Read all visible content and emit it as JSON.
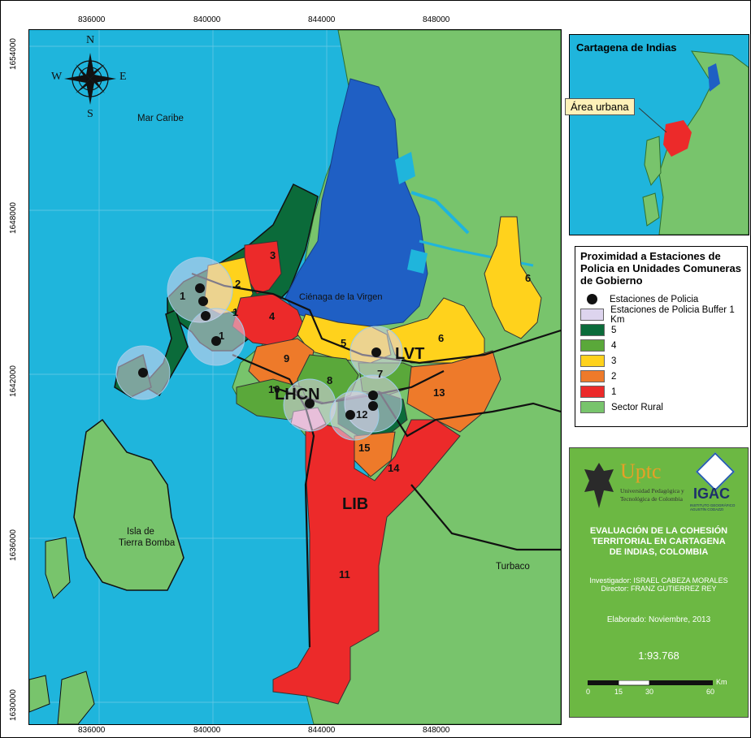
{
  "coords": {
    "x_top": [
      "836000",
      "840000",
      "844000",
      "848000"
    ],
    "x_bottom": [
      "836000",
      "840000",
      "844000",
      "848000"
    ],
    "y_left": [
      "1654000",
      "1648000",
      "1642000",
      "1636000",
      "1630000"
    ],
    "y_right": [
      "1654000",
      "1648000",
      "1642000",
      "1636000",
      "1630000"
    ]
  },
  "compass": {
    "n": "N",
    "s": "S",
    "e": "E",
    "w": "W"
  },
  "places": {
    "mar_caribe": "Mar Caribe",
    "cienaga": "Ciénaga de la Virgen",
    "isla_1": "Isla de",
    "isla_2": "Tierra Bomba",
    "turbaco": "Turbaco"
  },
  "zones": {
    "z1a": "1",
    "z1b": "1",
    "z1c": "1",
    "z2": "2",
    "z3": "3",
    "z4": "4",
    "z5": "5",
    "z6a": "6",
    "z6b": "6",
    "z7": "7",
    "z8": "8",
    "z9": "9",
    "z10": "10",
    "z11": "11",
    "z12": "12",
    "z13": "13",
    "z14": "14",
    "z15": "15"
  },
  "localities": {
    "lhcn": "LHCN",
    "lvt": "LVT",
    "lib": "LIB"
  },
  "inset": {
    "title": "Cartagena  de Indias",
    "callout": "Área urbana"
  },
  "legend": {
    "title": "Proximidad a Estaciones de Policia en Unidades Comuneras de Gobierno",
    "items": [
      {
        "label": "Estaciones de Policia",
        "color": "#111111"
      },
      {
        "label": "Estaciones de Policia Buffer 1 Km",
        "color": "#ddd4ee"
      },
      {
        "label": "5",
        "color": "#0b6b3a"
      },
      {
        "label": "4",
        "color": "#5aa83a"
      },
      {
        "label": "3",
        "color": "#ffd21c"
      },
      {
        "label": "2",
        "color": "#ee7a2a"
      },
      {
        "label": "1",
        "color": "#ec2a2a"
      },
      {
        "label": "Sector Rural",
        "color": "#78c46c"
      }
    ]
  },
  "logos": {
    "uptc": "Uptc",
    "uptc_sub1": "Universidad Pedagógica y",
    "uptc_sub2": "Tecnológica de Colombia",
    "igac": "IGAC",
    "igac_sub": "INSTITUTO GEOGRÁFICO AGUSTÍN CODAZZI"
  },
  "info": {
    "title1": "EVALUACIÓN DE LA COHESIÓN",
    "title2": "TERRITORIAL EN CARTAGENA",
    "title3": "DE INDIAS, COLOMBIA",
    "investigador": "Investigador: ISRAEL CABEZA MORALES",
    "director": "Director: FRANZ GUTIERREZ REY",
    "elaborado": "Elaborado: Noviembre, 2013",
    "scale": "1:93.768",
    "km": "Km",
    "ticks": [
      "0",
      "15",
      "30",
      "60"
    ]
  },
  "colors": {
    "sea": "#1fb5dc",
    "rural": "#78c46c",
    "lagoon": "#1f5fc4",
    "c5": "#0b6b3a",
    "c4": "#5aa83a",
    "c3": "#ffd21c",
    "c2": "#ee7a2a",
    "c1": "#ec2a2a",
    "buffer": "#ddd4ee",
    "panel": "#6cb843"
  }
}
